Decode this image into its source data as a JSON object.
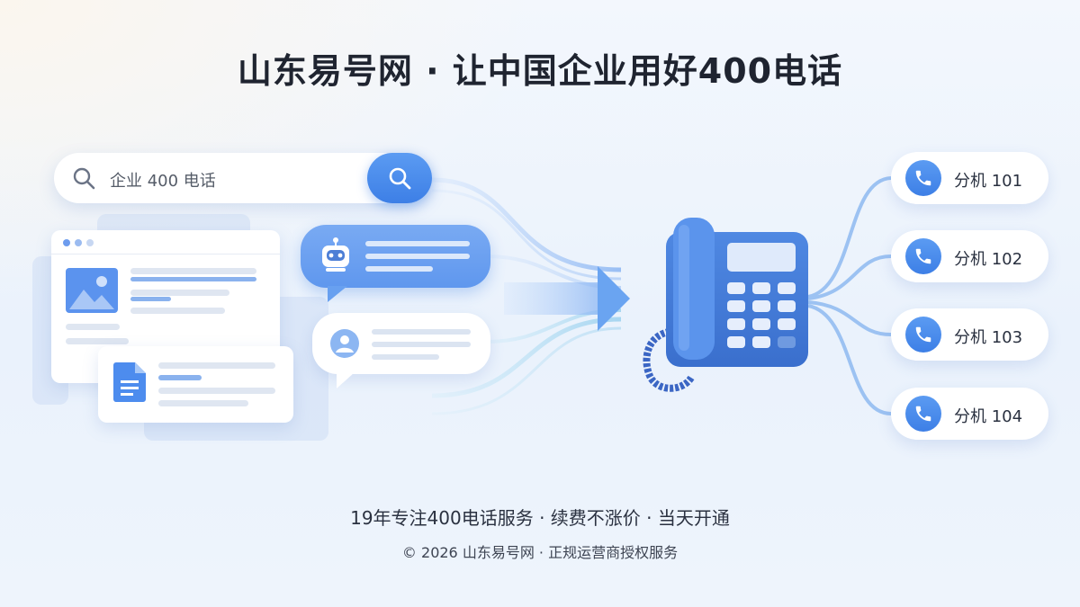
{
  "header": {
    "title": "山东易号网 · 让中国企业用好400电话"
  },
  "search": {
    "query": "企业 400 电话",
    "icon": "search-icon",
    "button_icon": "search-icon"
  },
  "extensions": [
    {
      "label": "分机 101",
      "icon": "phone-icon"
    },
    {
      "label": "分机 102",
      "icon": "phone-icon"
    },
    {
      "label": "分机 103",
      "icon": "phone-icon"
    },
    {
      "label": "分机 104",
      "icon": "phone-icon"
    }
  ],
  "footer": {
    "tagline": "19年专注400电话服务 · 续费不涨价 · 当天开通",
    "copyright": "© 2026 山东易号网 · 正规运营商授权服务"
  },
  "colors": {
    "accent": "#3d7fe6",
    "accent_light": "#5b9bf2",
    "phone_body": "#4a7fd8",
    "text": "#1f2430"
  }
}
